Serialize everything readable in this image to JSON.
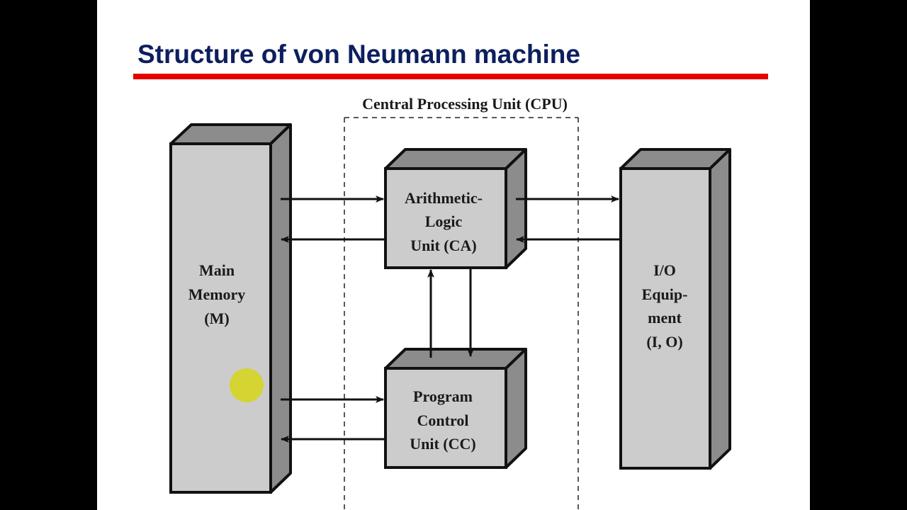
{
  "slide": {
    "title": "Structure of von Neumann machine",
    "colors": {
      "title": "#0d1f5e",
      "rule": "#e60000",
      "box_front": "#cccccc",
      "box_side": "#8c8c8c",
      "pointer": "#d4d42a"
    }
  },
  "diagram": {
    "cpu_label": "Central Processing Unit (CPU)",
    "main_memory": {
      "lines": [
        "Main",
        "Memory",
        "(M)"
      ]
    },
    "alu": {
      "lines": [
        "Arithmetic-",
        "Logic",
        "Unit (CA)"
      ]
    },
    "control": {
      "lines": [
        "Program",
        "Control",
        "Unit (CC)"
      ]
    },
    "io": {
      "lines": [
        "I/O",
        "Equip-",
        "ment",
        "(I, O)"
      ]
    },
    "connections": [
      {
        "from": "main_memory",
        "to": "alu"
      },
      {
        "from": "alu",
        "to": "main_memory"
      },
      {
        "from": "alu",
        "to": "io"
      },
      {
        "from": "io",
        "to": "alu"
      },
      {
        "from": "control",
        "to": "alu"
      },
      {
        "from": "alu",
        "to": "control"
      },
      {
        "from": "main_memory",
        "to": "control"
      },
      {
        "from": "control",
        "to": "main_memory"
      }
    ]
  }
}
